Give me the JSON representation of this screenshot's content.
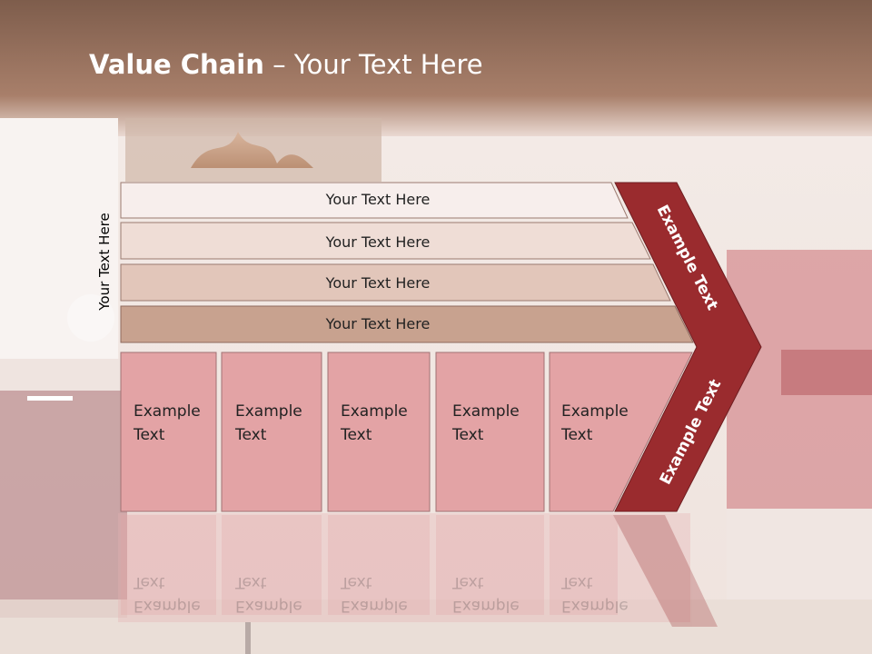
{
  "title": {
    "bold": "Value Chain",
    "rest": " – Your Text Here"
  },
  "side_label": "Your Text Here",
  "bars": [
    {
      "label": "Your Text Here",
      "fill": "#f7eeec"
    },
    {
      "label": "Your Text Here",
      "fill": "#efddd6"
    },
    {
      "label": "Your Text Here",
      "fill": "#e2c6ba"
    },
    {
      "label": "Your Text Here",
      "fill": "#c8a28f"
    }
  ],
  "boxes": [
    {
      "line1": "Example",
      "line2": "Text"
    },
    {
      "line1": "Example",
      "line2": "Text"
    },
    {
      "line1": "Example",
      "line2": "Text"
    },
    {
      "line1": "Example",
      "line2": "Text"
    },
    {
      "line1": "Example",
      "line2": "Text"
    }
  ],
  "chevron": {
    "upper": "Example Text",
    "lower": "Example Text",
    "fill": "#9a2b2e"
  },
  "colors": {
    "box_fill": "#e3a3a5",
    "header": "#8f6050"
  }
}
